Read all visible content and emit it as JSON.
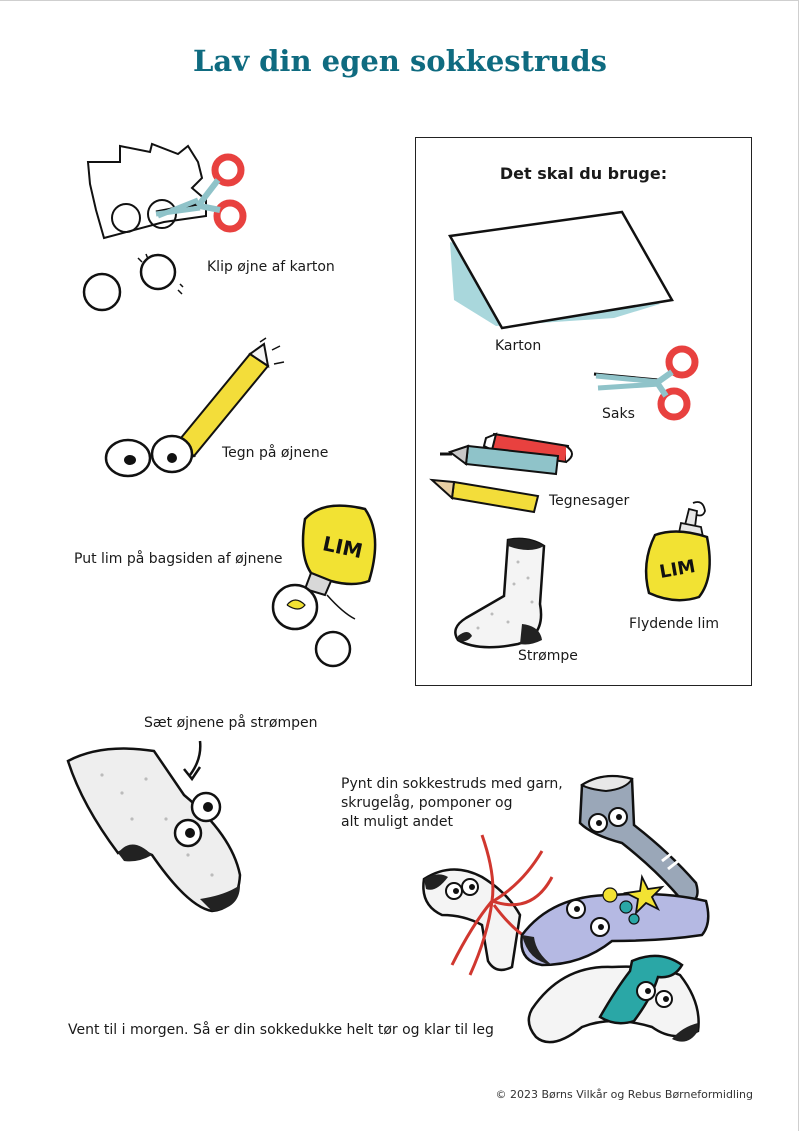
{
  "title": "Lav din egen sokkestruds",
  "steps": {
    "cut": "Klip øjne af karton",
    "draw": "Tegn på øjnene",
    "glue": "Put lim på bagsiden af øjnene",
    "attach": "Sæt øjnene på strømpen",
    "decorate": [
      "Pynt din sokkestruds med garn,",
      "skrugelåg, pomponer og",
      "alt muligt andet"
    ],
    "wait": "Vent til i morgen. Så er din sokkedukke helt tør og klar til leg"
  },
  "materials": {
    "heading": "Det skal du bruge:",
    "items": [
      "Karton",
      "Saks",
      "Tegnesager",
      "Flydende lim",
      "Strømpe"
    ]
  },
  "glue_label": "LIM",
  "footer": "© 2023 Børns Vilkår og Rebus Børneformidling",
  "colors": {
    "title": "#0f6b80",
    "scissors_handle": "#e8413f",
    "scissors_blade": "#8fc3c9",
    "pencil": "#f3dd3a",
    "glue_bottle": "#f2e233",
    "sock_blue": "#9aa7b8",
    "sock_lavender": "#b5b9e3",
    "sock_teal": "#2aa7a6",
    "yarn_red": "#d0372f"
  }
}
